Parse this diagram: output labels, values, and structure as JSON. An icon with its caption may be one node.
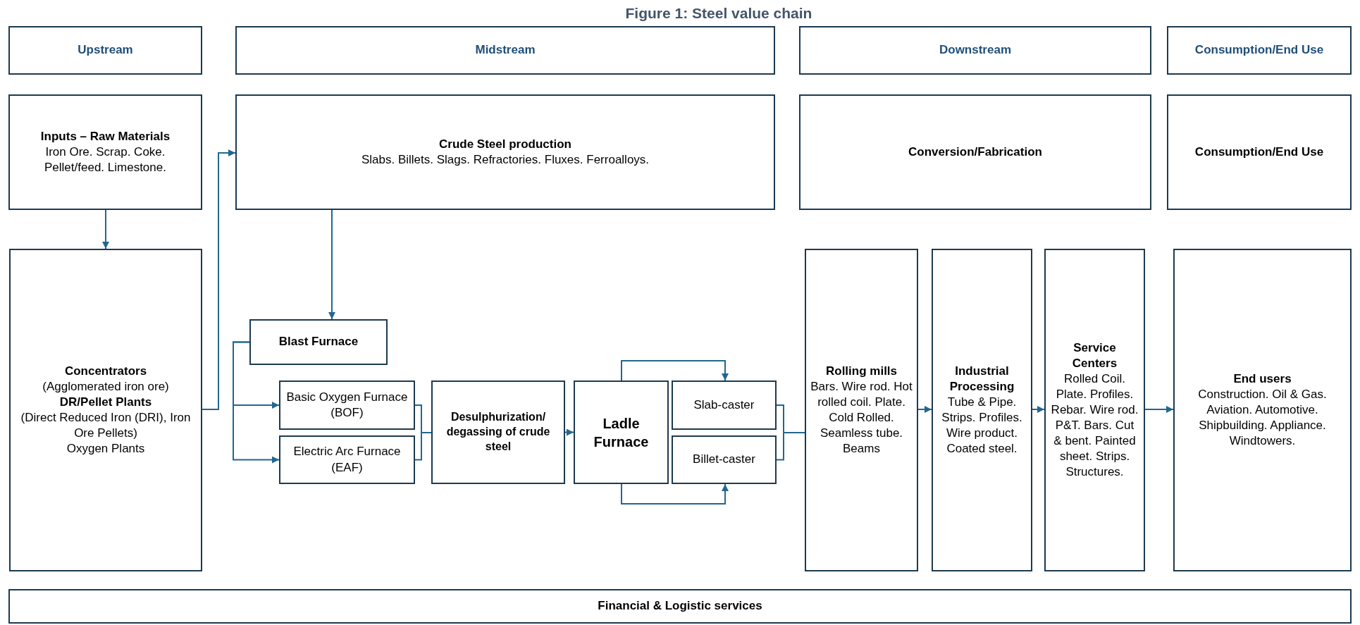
{
  "diagram": {
    "title": "Figure 1: Steel value chain",
    "nodes": [
      {
        "text": [
          "Upstream"
        ]
      },
      {
        "text": [
          "Midstream"
        ]
      },
      {
        "text": [
          "Downstream"
        ]
      },
      {
        "text": [
          "Consumption/End Use"
        ]
      },
      {
        "text": [
          "Inputs – Raw Materials",
          "Iron Ore. Scrap. Coke. Pellet/feed. Limestone."
        ]
      },
      {
        "text": [
          "Crude Steel production",
          "Slabs. Billets. Slags. Refractories. Fluxes. Ferroalloys."
        ]
      },
      {
        "text": [
          "Conversion/Fabrication"
        ]
      },
      {
        "text": [
          "Consumption/End Use"
        ]
      },
      {
        "text": [
          "Concentrators",
          "(Agglomerated iron ore)",
          "DR/Pellet Plants",
          "(Direct Reduced Iron (DRI), Iron Ore Pellets)",
          "Oxygen Plants"
        ]
      },
      {
        "text": [
          "Blast Furnace"
        ]
      },
      {
        "text": [
          "Basic Oxygen Furnace (BOF)"
        ]
      },
      {
        "text": [
          "Electric Arc Furnace (EAF)"
        ]
      },
      {
        "text": [
          "Desulphurization/ degassing of crude steel"
        ]
      },
      {
        "text": [
          "Ladle Furnace"
        ]
      },
      {
        "text": [
          "Slab-caster"
        ]
      },
      {
        "text": [
          "Billet-caster"
        ]
      },
      {
        "text": [
          "Rolling mills",
          "Bars. Wire rod. Hot rolled coil. Plate. Cold Rolled. Seamless tube. Beams"
        ]
      },
      {
        "text": [
          "Industrial Processing",
          "Tube & Pipe. Strips. Profiles. Wire product. Coated steel."
        ]
      },
      {
        "text": [
          "Service Centers",
          "Rolled Coil. Plate. Profiles. Rebar. Wire rod. P&T. Bars. Cut & bent. Painted sheet. Strips. Structures."
        ]
      },
      {
        "text": [
          "End users",
          "Construction. Oil & Gas. Aviation. Automotive. Shipbuilding. Appliance. Windtowers."
        ]
      },
      {
        "text": [
          "Financial & Logistic services"
        ]
      }
    ],
    "edges": [
      {
        "from": 4,
        "to": 8,
        "arrow": "to"
      },
      {
        "from": 8,
        "to": 5,
        "arrow": "to"
      },
      {
        "from": 5,
        "to": 9,
        "arrow": "to"
      },
      {
        "from": 9,
        "to": 10,
        "arrow": "to"
      },
      {
        "from": 9,
        "to": 11,
        "arrow": "to"
      },
      {
        "from": 10,
        "to": 12,
        "arrow": "none"
      },
      {
        "from": 11,
        "to": 12,
        "arrow": "none"
      },
      {
        "from": 12,
        "to": 13,
        "arrow": "to"
      },
      {
        "from": 13,
        "to": 14,
        "arrow": "to"
      },
      {
        "from": 13,
        "to": 15,
        "arrow": "to"
      },
      {
        "from": 14,
        "to": 16,
        "arrow": "none"
      },
      {
        "from": 15,
        "to": 16,
        "arrow": "none"
      },
      {
        "from": 16,
        "to": 17,
        "arrow": "to"
      },
      {
        "from": 17,
        "to": 18,
        "arrow": "to"
      },
      {
        "from": 18,
        "to": 19,
        "arrow": "to"
      }
    ]
  }
}
